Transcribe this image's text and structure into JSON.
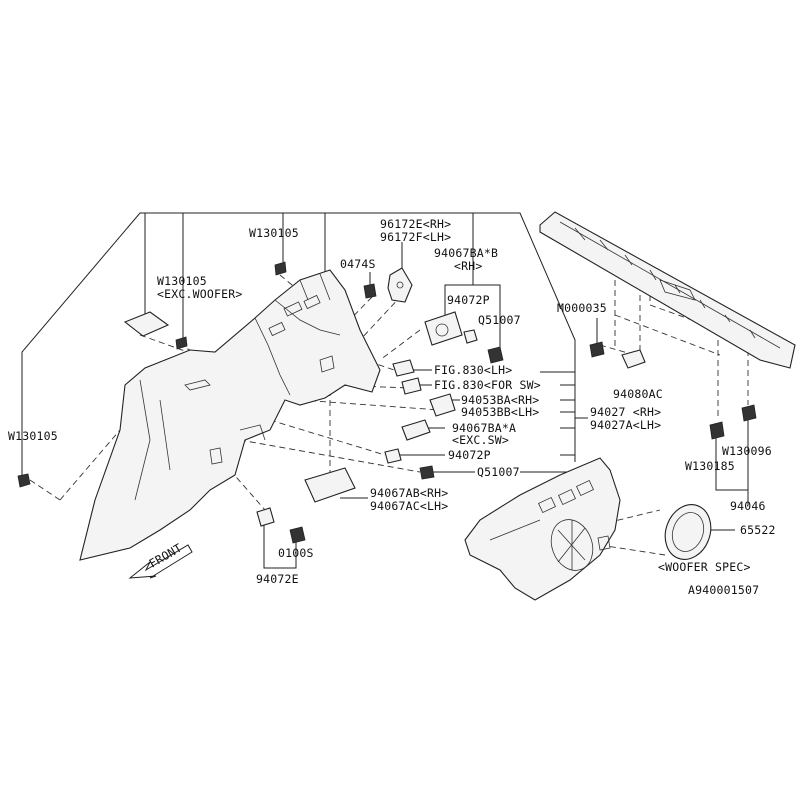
{
  "labels": {
    "w130105_top": "W130105",
    "w130105_exc": "W130105",
    "exc_woofer": "<EXC.WOOFER>",
    "w130105_left": "W130105",
    "p0474s": "0474S",
    "p96172e": "96172E<RH>",
    "p96172f": "96172F<LH>",
    "p94067ba_b": "94067BA*B",
    "rh_sub": "<RH>",
    "p94072p_a": "94072P",
    "q51007_a": "Q51007",
    "m000035": "M000035",
    "fig830_lh": "FIG.830<LH>",
    "fig830_sw": "FIG.830<FOR SW>",
    "p94053ba": "94053BA<RH>",
    "p94053bb": "94053BB<LH>",
    "p94027": "94027 <RH>",
    "p94027a": "94027A<LH>",
    "p94067ba_a": "94067BA*A",
    "exc_sw": "<EXC.SW>",
    "p94072p_b": "94072P",
    "q51007_b": "Q51007",
    "p94067ab": "94067AB<RH>",
    "p94067ac": "94067AC<LH>",
    "p0100s": "0100S",
    "p94072e": "94072E",
    "front": "FRONT",
    "p94080ac": "94080AC",
    "w130185": "W130185",
    "w130096": "W130096",
    "p94046": "94046",
    "p65522": "65522",
    "woofer_spec": "<WOOFER SPEC>",
    "diagram_id": "A940001507"
  }
}
